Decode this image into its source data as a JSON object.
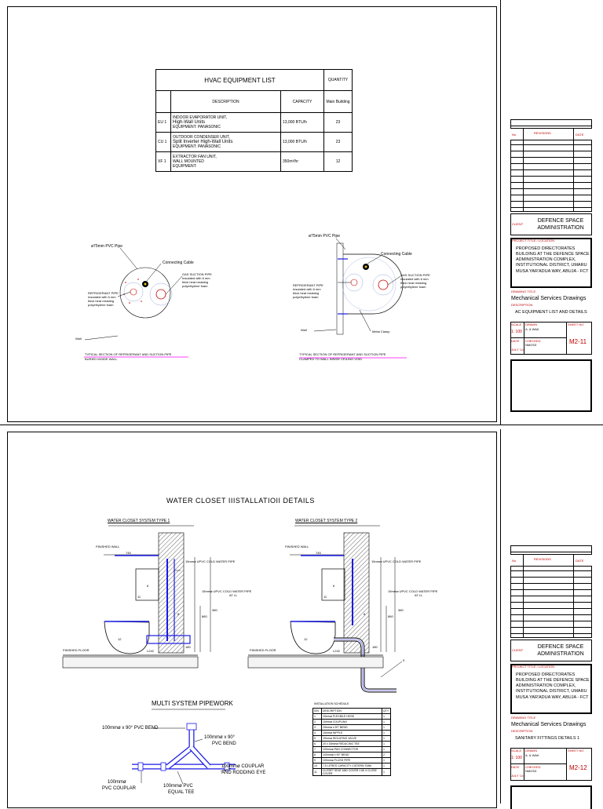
{
  "sheet1": {
    "equipment_table": {
      "title": "HVAC EQUIPMENT LIST",
      "quantity_header": "QUANTITY",
      "col_description": "DESCRIPTION",
      "col_capacity": "CAPACITY",
      "col_main_building": "Main Building",
      "rows": [
        {
          "code": "EU 1",
          "desc1": "INDOOR EVAPORATOR UNIT,",
          "desc2": "High-Wall Units",
          "desc3": "EQUIPMENT: PANASONIC",
          "capacity": "13,000 BTU/h",
          "qty": "23"
        },
        {
          "code": "CU 1",
          "desc1": "OUTDOOR CONDENSER UNIT,",
          "desc2": "Split Inverter High-Wall Units",
          "desc3": "EQUIPMENT: PANASONIC",
          "capacity": "13,000 BTU/h",
          "qty": "23"
        },
        {
          "code": "XF 1",
          "desc1": "EXTRACTOR FAN UNIT,",
          "desc2": "WALL MOUNTED",
          "desc3": "EQUIPMENT:",
          "capacity": "350m³/hr",
          "qty": "12"
        }
      ]
    },
    "section_left": {
      "pvc_pipe": "ø75mm PVC Pipe",
      "connecting_cable": "Connecting Cable",
      "refrigerant_pipe": "REFRIGERANT PIPE",
      "refrigerant_note1": "Insulated with 6 mm",
      "refrigerant_note2": "thick heat resisting",
      "refrigerant_note3": "polyethylene foam",
      "gas_suction": "GAS SUCTION PIPE",
      "gas_note1": "Insulated with 6 mm",
      "gas_note2": "thick heat resisting",
      "gas_note3": "polyethylene foam",
      "wall": "Wall",
      "caption1": "TYPICAL SECTION OF REFRIGERANT AND SUCTION PIPE",
      "caption2": "BURIED INSIDE WALL"
    },
    "section_right": {
      "pvc_pipe": "ø75mm PVC Pipe",
      "connecting_cable": "Connecting Cable",
      "refrigerant_pipe": "REFRIGERANT PIPE",
      "refrigerant_note1": "Insulated with 6 mm",
      "refrigerant_note2": "thick heat resisting",
      "refrigerant_note3": "polyethylene foam",
      "gas_suction": "GAS SUCTION PIPE",
      "gas_note1": "Insulated with 6 mm",
      "gas_note2": "thick heat resisting",
      "gas_note3": "polyethylene foam",
      "wall": "Wall",
      "metal_clamp": "Metal Clamp",
      "caption1": "TYPICAL SECTION OF REFRIGERANT AND SUCTION PIPE",
      "caption2": "CLAMPED TO WALL INSIDE CEILING VOID"
    },
    "title_block": {
      "rev_no": "No",
      "revisions": "REVISIONS",
      "date": "DATE",
      "client_label": "CLIENT",
      "client": "DEFENCE SPACE ADMINISTRATION",
      "project_label": "PROJECT TITLE / LOCATION",
      "project": "PROPOSED DIRECTORATES BUILDING AT THE DEFENCE SPACE ADMINISTRATION COMPLEX, INSTITUTIONAL DISTRICT, UMARU MUSA YAR'ADUA WAY, ABUJA - FCT",
      "drawing_title_label": "DRAWING TITLE",
      "drawing_title": "Mechanical Services Drawings",
      "description_label": "DESCRIPTION",
      "description": "AC EQUIPMENT LIST AND DETAILS",
      "scale_label": "SCALE",
      "scale": "1: 100",
      "drawn_label": "DRAWN",
      "drawn": "A. & WAK",
      "sheet_no_label": "SHEET NO",
      "date_label": "DATE",
      "checked_label": "CHECKED",
      "checked": "NMOS3",
      "date_val": "JULY '14",
      "sheet_no": "M2-11"
    }
  },
  "sheet2": {
    "title": "WATER CLOSET IIISTALLATIOII DETAILS",
    "type1": {
      "heading": "WATER CLOSET SYSTEM TYPE 1",
      "finished_wall": "FINISHED WALL",
      "finished_floor": "FINISHED FLOOR",
      "dim_width": "745",
      "dim_1": "380",
      "dim_2": "860",
      "dim_3": "180",
      "dim_4": "L242",
      "pipe1": "15mmø UPVC COLD WATER PIPE",
      "pipe2": "15mmø UPVC COLD WATER PIPE",
      "pipe2b": "AT LL",
      "n6": "6",
      "n8": "8",
      "n11": "11",
      "n12": "12"
    },
    "type2": {
      "heading": "WATER CLOSET SYSTEM TYPE 2",
      "finished_wall": "FINISHED WALL",
      "finished_floor": "FINISHED FLOOR",
      "dim_width": "745",
      "dim_1": "380",
      "dim_2": "860",
      "dim_3": "180",
      "dim_4": "L242",
      "pipe1": "15mmø UPVC COLD WATER PIPE",
      "pipe2": "15mmø UPVC COLD WATER PIPE",
      "pipe2b": "AT LL",
      "n6": "6",
      "n8": "8",
      "n11": "11",
      "n12": "12",
      "n9": "9"
    },
    "multi": {
      "heading": "MULTI SYSTEM PIPEWORK",
      "bend1": "100mmø x 90° PVC BEND",
      "bend2a": "100mmø x 90°",
      "bend2b": "PVC BEND",
      "coupler_a": "100mmø COUPLAR",
      "coupler_b": "AND RODDING EYE",
      "pvc_coupler_a": "100mmø",
      "pvc_coupler_b": "PVC COUPLAR",
      "tee_a": "100mmø PVC",
      "tee_b": "EQUAL TEE"
    },
    "schedule": {
      "title": "INSTALLATION SCHEDULE",
      "col_no": "S/N",
      "col_desc": "DESCRIPTION",
      "col_qty": "QTY",
      "rows": [
        {
          "no": "1",
          "desc": "15mmø FLEXIBLE HOSE",
          "qty": "1"
        },
        {
          "no": "2",
          "desc": "15mmø COUPLING",
          "qty": "1"
        },
        {
          "no": "3",
          "desc": "15mmø x 90° BEND",
          "qty": "1"
        },
        {
          "no": "4",
          "desc": "15mmø NIPPLE",
          "qty": "1"
        },
        {
          "no": "5",
          "desc": "15mmø ISOLATING VALVE",
          "qty": "1"
        },
        {
          "no": "6",
          "desc": "20 x 15mmø REDUCING TEE",
          "qty": "1"
        },
        {
          "no": "7",
          "desc": "100mmø PAN CONNECTOR",
          "qty": "1"
        },
        {
          "no": "8",
          "desc": "100mmø x 90° BEND",
          "qty": "2"
        },
        {
          "no": "9",
          "desc": "100mmø FLUSH PIPE",
          "qty": "1"
        },
        {
          "no": "10",
          "desc": "7.5 LITRES CAPACITY CISTERN TANK",
          "qty": "1"
        },
        {
          "no": "11",
          "desc": "CLOSET SEAT AND COVER C/W 4 CLOSE COVER",
          "qty": "1"
        }
      ]
    },
    "title_block": {
      "rev_no": "No",
      "revisions": "REVISIONS",
      "date": "DATE",
      "client_label": "CLIENT",
      "client": "DEFENCE SPACE ADMINISTRATION",
      "project_label": "PROJECT TITLE / LOCATION",
      "project": "PROPOSED DIRECTORATES BUILDING AT THE DEFENCE SPACE ADMINISTRATION COMPLEX, INSTITUTIONAL DISTRICT, UMARU MUSA YAR'ADUA WAY, ABUJA - FCT",
      "drawing_title_label": "DRAWING TITLE",
      "drawing_title": "Mechanical Services Drawings",
      "description_label": "DESCRIPTION",
      "description": "SANITARY FITTINGS DETAILS 1",
      "scale_label": "SCALE",
      "scale": "1: 100",
      "drawn_label": "DRAWN",
      "drawn": "A. & WAK",
      "sheet_no_label": "SHEET NO",
      "date_label": "DATE",
      "checked_label": "CHECKED",
      "checked": "NMOS3",
      "date_val": "JULY '14",
      "sheet_no": "M2-12"
    }
  }
}
